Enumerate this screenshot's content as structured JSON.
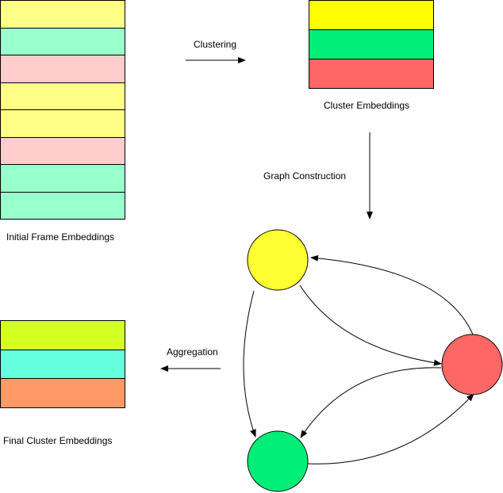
{
  "colors": {
    "yellow": "#ffff88",
    "green": "#99ffcc",
    "pink": "#ffcccc",
    "cluster_yellow": "#ffff00",
    "cluster_green": "#00ee77",
    "cluster_red": "#ff6666",
    "node_yellow": "#ffff33",
    "node_red": "#ff6666",
    "node_green": "#00ee77",
    "final_lime": "#d4ff22",
    "final_aqua": "#66ffdd",
    "final_orange": "#ff9966"
  },
  "initial_frames": {
    "label": "Initial Frame Embeddings",
    "rows": [
      "yellow",
      "green",
      "pink",
      "yellow",
      "yellow",
      "pink",
      "green",
      "green"
    ]
  },
  "clustering": {
    "label": "Clustering"
  },
  "cluster_embeddings": {
    "label": "Cluster Embeddings",
    "rows": [
      "cluster_yellow",
      "cluster_green",
      "cluster_red"
    ]
  },
  "graph_construction": {
    "label": "Graph Construction"
  },
  "graph": {
    "nodes": [
      "node_yellow",
      "node_red",
      "node_green"
    ]
  },
  "aggregation": {
    "label": "Aggregation"
  },
  "final_embeddings": {
    "label": "Final Cluster Embeddings",
    "rows": [
      "final_lime",
      "final_aqua",
      "final_orange"
    ]
  }
}
